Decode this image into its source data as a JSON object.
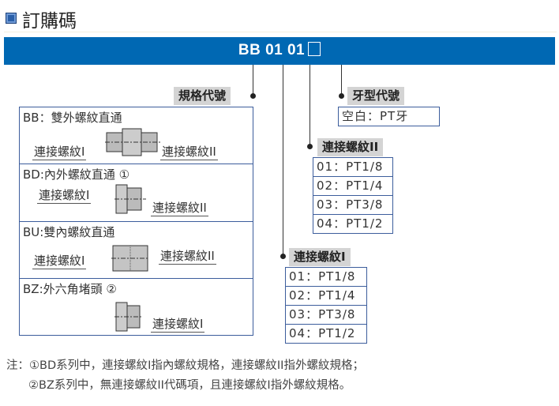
{
  "title": "訂購碼",
  "code": {
    "text": "BB 01 01",
    "placeholder_box": "□"
  },
  "spec": {
    "label": "規格代號",
    "items": [
      {
        "name": "BB：雙外螺紋直通",
        "left": "連接螺紋I",
        "right": "連接螺紋II"
      },
      {
        "name": "BD:內外螺紋直通 ①",
        "left": "連接螺紋I",
        "right": "連接螺紋II"
      },
      {
        "name": "BU:雙內螺紋直通",
        "left": "連接螺紋I",
        "right": "連接螺紋II"
      },
      {
        "name": "BZ:外六角堵頭 ②",
        "right": "連接螺紋I"
      }
    ]
  },
  "thread_type": {
    "label": "牙型代號",
    "options": [
      "空白：PT牙"
    ]
  },
  "thread2": {
    "label": "連接螺紋II",
    "options": [
      "01：PT1/8",
      "02：PT1/4",
      "03：PT3/8",
      "04：PT1/2"
    ]
  },
  "thread1": {
    "label": "連接螺紋I",
    "options": [
      "01：PT1/8",
      "02：PT1/4",
      "03：PT3/8",
      "04：PT1/2"
    ]
  },
  "notes": [
    "注：①BD系列中，連接螺紋I指內螺紋規格，連接螺紋II指外螺紋規格；",
    "②BZ系列中，無連接螺紋II代碼項，且連接螺紋I指外螺紋規格。"
  ]
}
